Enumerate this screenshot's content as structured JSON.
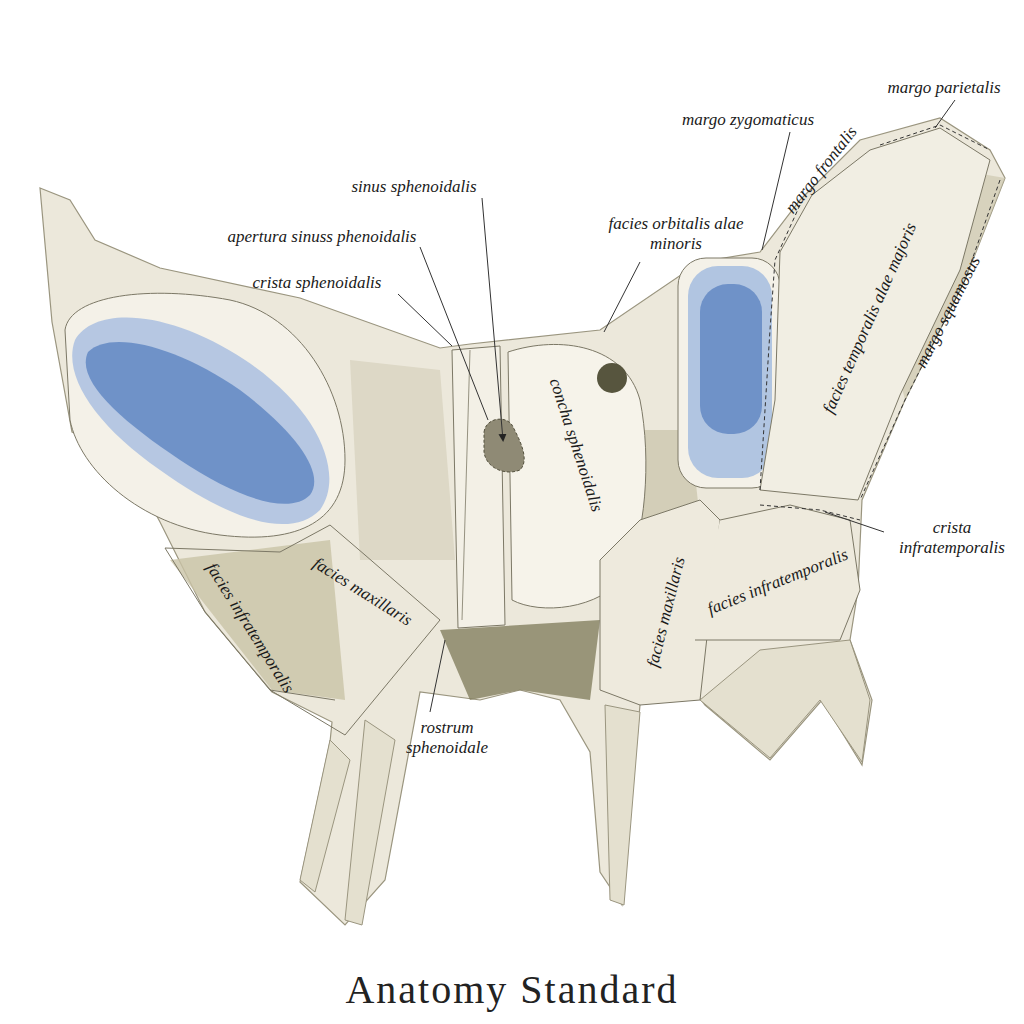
{
  "diagram": {
    "labels": [
      "margo parietalis",
      "margo zygomaticus",
      "margo frontalis",
      "sinus sphenoidalis",
      "facies orbitalis alae minoris",
      "apertura sinuss phenoidalis",
      "crista sphenoidalis",
      "facies temporalis alae majoris",
      "margo squamosus",
      "concha sphenoidalis",
      "crista infratemporalis",
      "facies maxillaris",
      "facies infratemporalis",
      "facies maxillaris",
      "facies infratemporalis",
      "rostrum sphenoidale",
      "Anatomy Standard"
    ]
  }
}
